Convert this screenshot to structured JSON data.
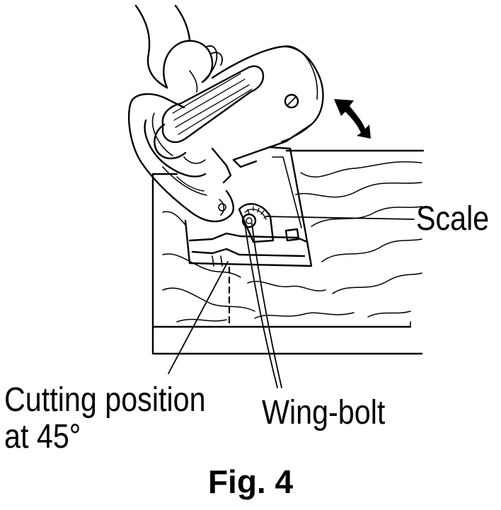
{
  "labels": {
    "scale": "Scale",
    "cutting_position_line1": "Cutting position",
    "cutting_position_line2": "at 45°",
    "wing_bolt": "Wing-bolt"
  },
  "caption": "Fig. 4",
  "colors": {
    "ink": "#000000",
    "paper": "#ffffff"
  }
}
